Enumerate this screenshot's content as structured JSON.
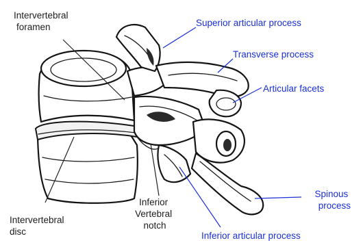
{
  "diagram": {
    "labels": {
      "intervertebral_foramen": [
        "Intervertebral",
        "foramen"
      ],
      "superior_articular_process": "Superior articular process",
      "transverse_process": "Transverse process",
      "articular_facets": "Articular facets",
      "spinous_process": [
        "Spinous",
        "process"
      ],
      "inferior_articular_process": "Inferior articular process",
      "inferior_vertebral_notch": [
        "Inferior",
        "Vertebral",
        "notch"
      ],
      "intervertebral_disc": [
        "Intervertebral",
        "disc"
      ]
    },
    "colors": {
      "structure_label": "#1a2fd6",
      "anatomy_label": "#1c1c1c",
      "outline": "#141414"
    }
  }
}
